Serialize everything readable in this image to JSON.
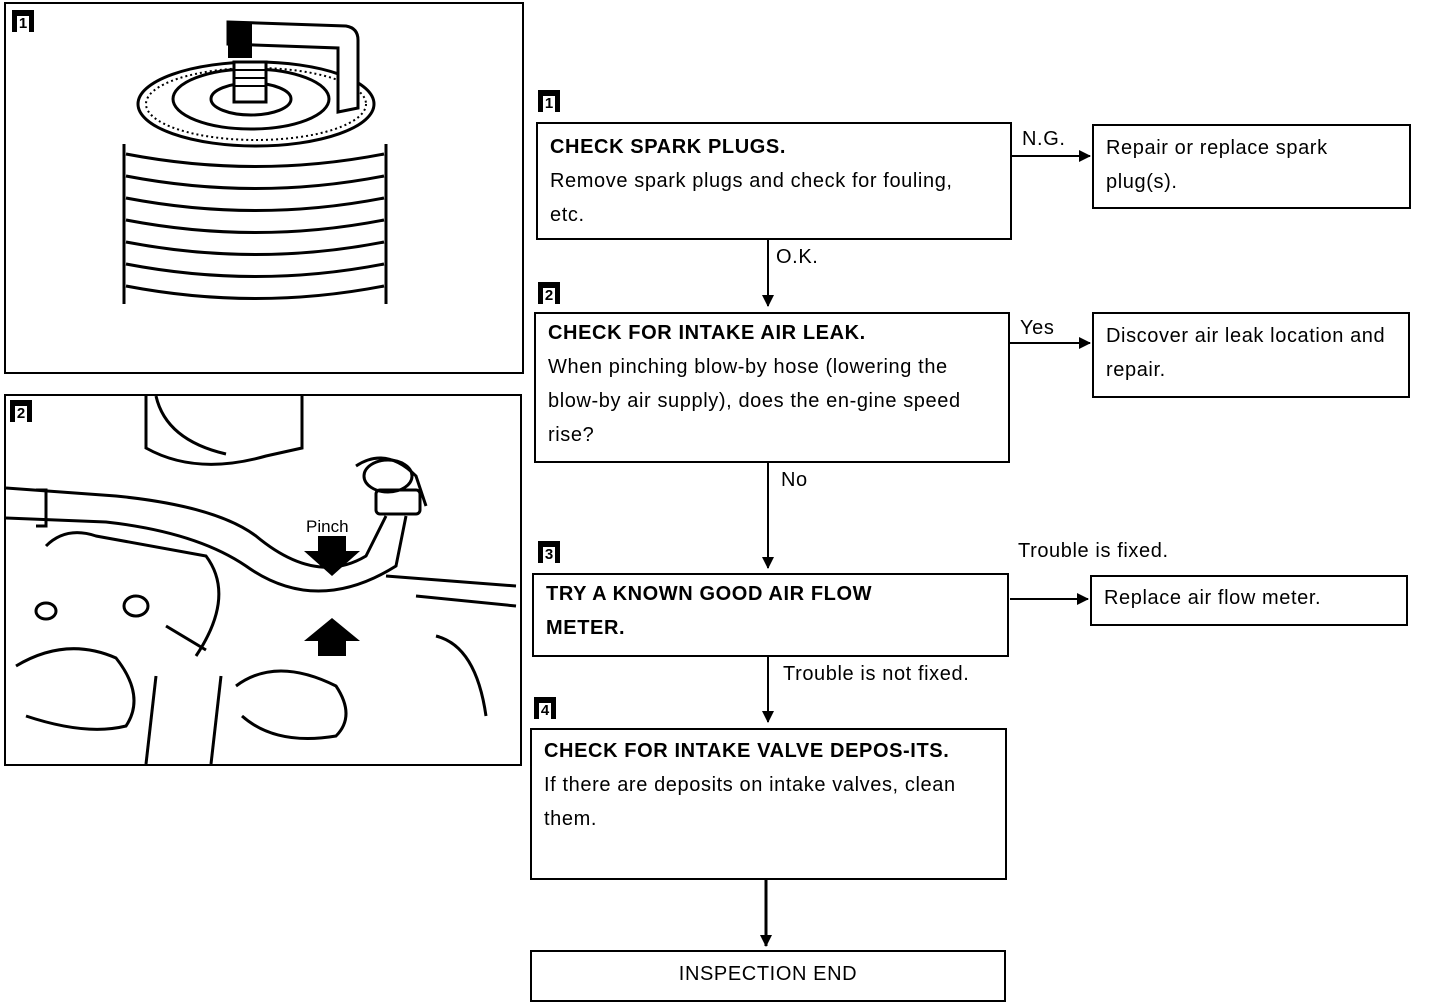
{
  "figure_badges": {
    "plug": "1",
    "hose": "2"
  },
  "illustration": {
    "pinch_label": "Pinch"
  },
  "steps": [
    {
      "badge": "1",
      "title": "CHECK SPARK PLUGS.",
      "body": "Remove spark plugs and check for fouling, etc."
    },
    {
      "badge": "2",
      "title": "CHECK FOR INTAKE AIR LEAK.",
      "body": "When pinching blow-by hose (lowering the blow-by air supply), does the en-gine speed rise?"
    },
    {
      "badge": "3",
      "title": "TRY A KNOWN GOOD AIR FLOW METER.",
      "body": ""
    },
    {
      "badge": "4",
      "title": "CHECK FOR INTAKE VALVE DEPOS-ITS.",
      "body": "If there are deposits on intake valves, clean them."
    }
  ],
  "outcomes": {
    "step1": "Repair or replace spark plug(s).",
    "step2": "Discover air leak location and repair.",
    "step3": "Replace air flow meter."
  },
  "arrow_labels": {
    "ng": "N.G.",
    "ok": "O.K.",
    "yes": "Yes",
    "no": "No",
    "fixed": "Trouble is fixed.",
    "not_fixed": "Trouble is not fixed."
  },
  "end_label": "INSPECTION END"
}
